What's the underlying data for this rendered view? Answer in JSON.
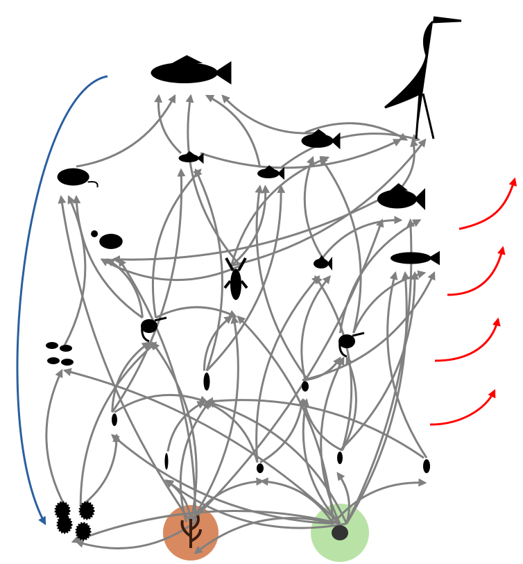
{
  "colors": {
    "edge": "#808080",
    "organism": "#000000",
    "producer_plant": "#d9895f",
    "producer_detritus": "#b9e3a6",
    "export_arrow": "#ff0000",
    "bacteria_link": "#2a5fa0"
  },
  "nodes": [
    {
      "id": "bass",
      "icon": "bass-fish-icon"
    },
    {
      "id": "heron",
      "icon": "heron-icon"
    },
    {
      "id": "muskrat",
      "icon": "muskrat-icon"
    },
    {
      "id": "minnow",
      "icon": "small-fish-icon"
    },
    {
      "id": "perch",
      "icon": "perch-icon"
    },
    {
      "id": "sunfish",
      "icon": "sunfish-icon"
    },
    {
      "id": "carp",
      "icon": "carp-icon"
    },
    {
      "id": "turtle",
      "icon": "turtle-icon"
    },
    {
      "id": "crayfish",
      "icon": "crayfish-icon"
    },
    {
      "id": "goldfish",
      "icon": "goldfish-icon"
    },
    {
      "id": "platypus",
      "icon": "platypus-icon"
    },
    {
      "id": "shrimp1",
      "icon": "shrimp-icon"
    },
    {
      "id": "shrimp2",
      "icon": "shrimp-icon"
    },
    {
      "id": "mussels",
      "icon": "mussels-icon"
    },
    {
      "id": "larva",
      "icon": "insect-larva-icon"
    },
    {
      "id": "beetle",
      "icon": "water-beetle-icon"
    },
    {
      "id": "copepod",
      "icon": "copepod-icon"
    },
    {
      "id": "mayfly",
      "icon": "mayfly-nymph-icon"
    },
    {
      "id": "amphipod",
      "icon": "amphipod-icon"
    },
    {
      "id": "midge",
      "icon": "midge-larva-icon"
    },
    {
      "id": "daphnia",
      "icon": "daphnia-icon"
    },
    {
      "id": "bacteria",
      "icon": "bacteria-icon"
    },
    {
      "id": "plant",
      "icon": "plant-icon"
    },
    {
      "id": "detritus",
      "icon": "detritus-icon"
    }
  ],
  "edges": [
    [
      "minnow",
      "bass"
    ],
    [
      "muskrat",
      "bass"
    ],
    [
      "crayfish",
      "bass"
    ],
    [
      "sunfish",
      "bass"
    ],
    [
      "perch",
      "bass"
    ],
    [
      "minnow",
      "heron"
    ],
    [
      "perch",
      "heron"
    ],
    [
      "carp",
      "heron"
    ],
    [
      "sunfish",
      "heron"
    ],
    [
      "crayfish",
      "heron"
    ],
    [
      "plant",
      "muskrat"
    ],
    [
      "mussels",
      "muskrat"
    ],
    [
      "shrimp1",
      "muskrat"
    ],
    [
      "larva",
      "minnow"
    ],
    [
      "shrimp1",
      "minnow"
    ],
    [
      "copepod",
      "minnow"
    ],
    [
      "goldfish",
      "perch"
    ],
    [
      "shrimp2",
      "perch"
    ],
    [
      "crayfish",
      "perch"
    ],
    [
      "larva",
      "sunfish"
    ],
    [
      "beetle",
      "sunfish"
    ],
    [
      "crayfish",
      "sunfish"
    ],
    [
      "goldfish",
      "carp"
    ],
    [
      "detritus",
      "carp"
    ],
    [
      "shrimp2",
      "carp"
    ],
    [
      "plant",
      "carp"
    ],
    [
      "crayfish",
      "turtle"
    ],
    [
      "shrimp1",
      "turtle"
    ],
    [
      "carp",
      "turtle"
    ],
    [
      "plant",
      "turtle"
    ],
    [
      "larva",
      "crayfish"
    ],
    [
      "plant",
      "crayfish"
    ],
    [
      "shrimp1",
      "crayfish"
    ],
    [
      "detritus",
      "crayfish"
    ],
    [
      "beetle",
      "goldfish"
    ],
    [
      "midge",
      "goldfish"
    ],
    [
      "amphipod",
      "goldfish"
    ],
    [
      "midge",
      "platypus"
    ],
    [
      "shrimp2",
      "platypus"
    ],
    [
      "beetle",
      "platypus"
    ],
    [
      "daphnia",
      "platypus"
    ],
    [
      "detritus",
      "platypus"
    ],
    [
      "copepod",
      "shrimp1"
    ],
    [
      "plant",
      "shrimp1"
    ],
    [
      "bacteria",
      "shrimp1"
    ],
    [
      "beetle",
      "shrimp2"
    ],
    [
      "detritus",
      "shrimp2"
    ],
    [
      "midge",
      "shrimp2"
    ],
    [
      "bacteria",
      "mussels"
    ],
    [
      "detritus",
      "mussels"
    ],
    [
      "mayfly",
      "larva"
    ],
    [
      "amphipod",
      "larva"
    ],
    [
      "copepod",
      "larva"
    ],
    [
      "detritus",
      "larva"
    ],
    [
      "plant",
      "larva"
    ],
    [
      "amphipod",
      "beetle"
    ],
    [
      "midge",
      "beetle"
    ],
    [
      "daphnia",
      "larva"
    ],
    [
      "detritus",
      "beetle"
    ],
    [
      "bacteria",
      "copepod"
    ],
    [
      "detritus",
      "copepod"
    ],
    [
      "plant",
      "mayfly"
    ],
    [
      "detritus",
      "mayfly"
    ],
    [
      "detritus",
      "amphipod"
    ],
    [
      "plant",
      "amphipod"
    ],
    [
      "detritus",
      "midge"
    ],
    [
      "detritus",
      "daphnia"
    ],
    [
      "detritus",
      "bacteria"
    ],
    [
      "plant",
      "bacteria"
    ],
    [
      "detritus",
      "plant"
    ]
  ]
}
